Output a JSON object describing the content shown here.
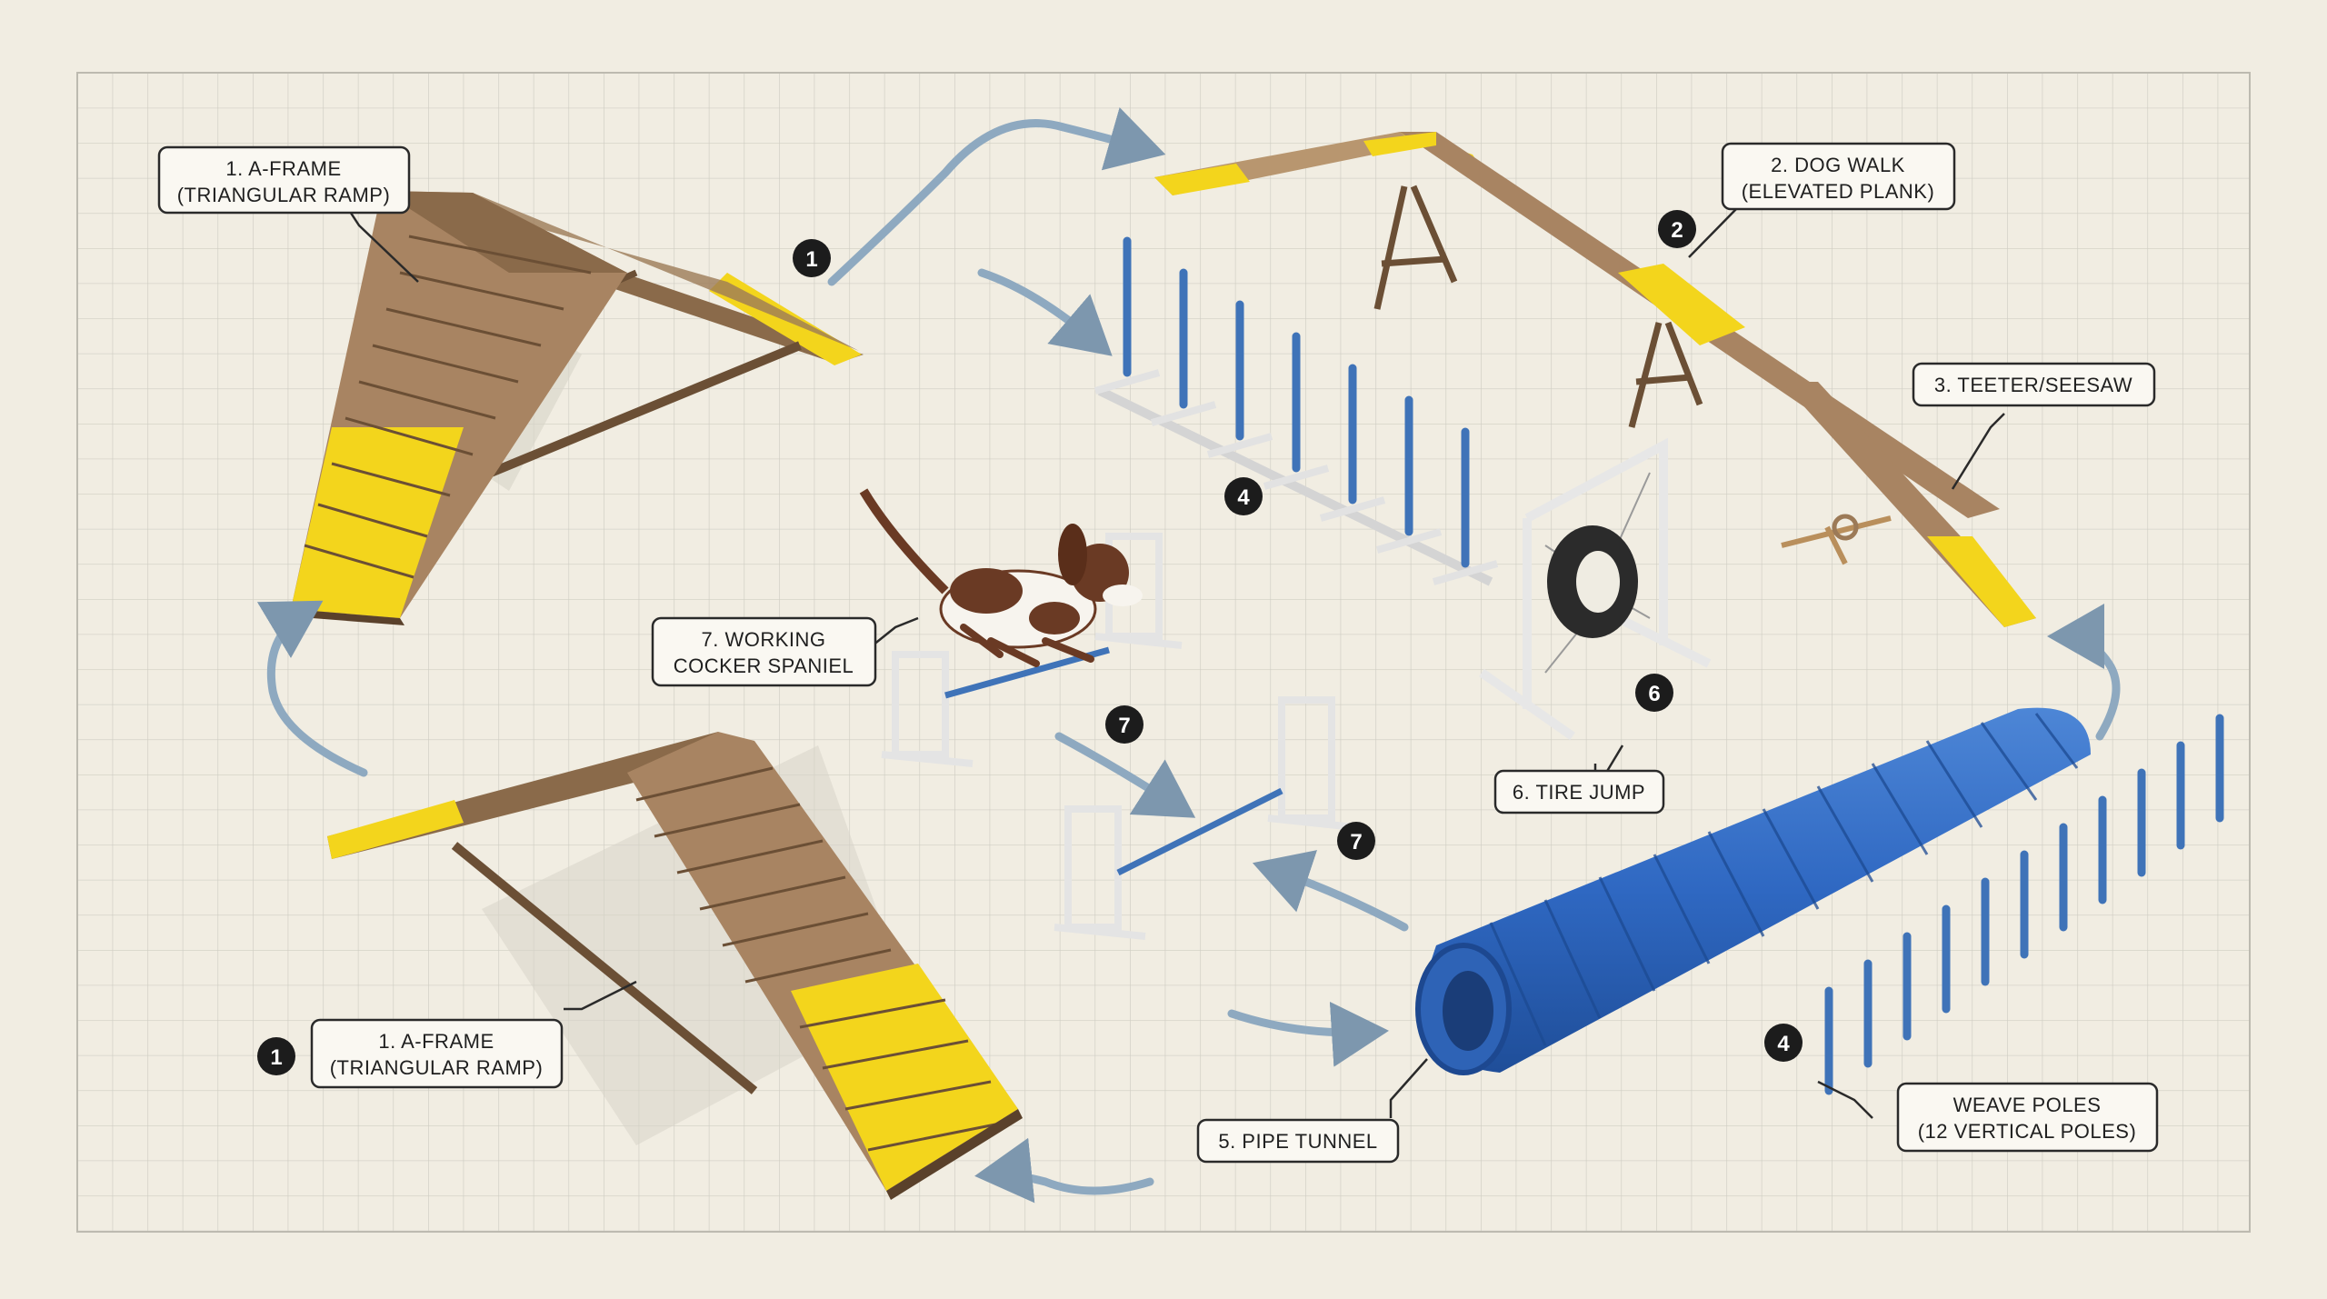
{
  "labels": {
    "aframe_top": [
      "1. A-FRAME",
      "(TRIANGULAR RAMP)"
    ],
    "aframe_bottom": [
      "1. A-FRAME",
      "(TRIANGULAR RAMP)"
    ],
    "dog_walk": [
      "2. DOG WALK",
      "(ELEVATED PLANK)"
    ],
    "teeter": "3. TEETER/SEESAW",
    "working_spaniel": [
      "7. WORKING",
      "COCKER SPANIEL"
    ],
    "tire_jump": "6. TIRE JUMP",
    "pipe_tunnel": "5. PIPE TUNNEL",
    "weave_poles": [
      "WEAVE POLES",
      "(12 VERTICAL POLES)"
    ]
  },
  "badges": {
    "aframe_top": "1",
    "aframe_bottom": "1",
    "dog_walk": "2",
    "weave_center": "4",
    "weave_right": "4",
    "tire_jump": "6",
    "jump_a": "7",
    "jump_b": "7"
  },
  "colors": {
    "background": "#f1ede2",
    "grid": "#cfcdc3",
    "wood": "#9c7a57",
    "wood_dark": "#6b4f35",
    "contact_yellow": "#f3d51c",
    "pole_blue": "#3f73b8",
    "tunnel_blue": "#2f68c2",
    "arrow_blue": "#8ea9c0",
    "badge": "#1c1c1c"
  },
  "icons": {
    "flow_arrow": "curved-arrow-icon",
    "step_badge": "numbered-circle-icon"
  }
}
